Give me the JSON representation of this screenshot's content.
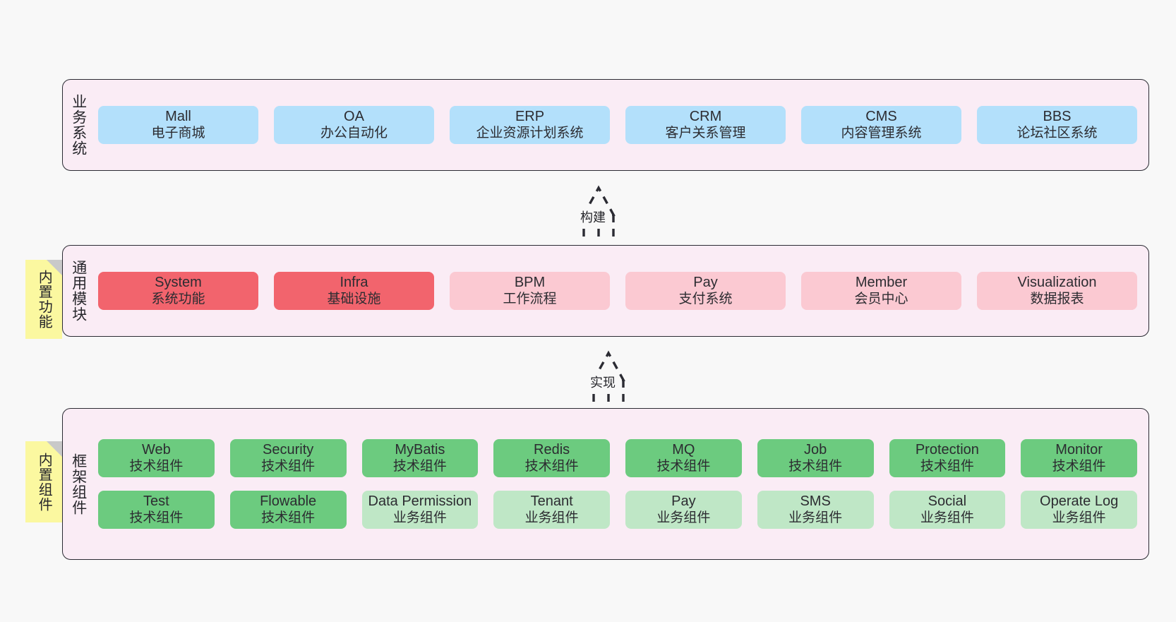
{
  "diagram": {
    "background": "#f8f8f8",
    "colors": {
      "layer_panel": "#faecf5",
      "layer_border": "#2b2b33",
      "business": "#b3e0fb",
      "module_core": "#f2646d",
      "module_optional": "#fbc9d2",
      "component_tech": "#6ccb7f",
      "component_biz": "#bfe7c6",
      "note": "#fbf8a0",
      "note_fold": "#c9c9c9",
      "text": "#2c2c31"
    }
  },
  "layers": [
    {
      "id": "business-system",
      "title": "业务系统",
      "rows": [
        [
          {
            "title": "Mall",
            "sub": "电子商城",
            "style": "blue"
          },
          {
            "title": "OA",
            "sub": "办公自动化",
            "style": "blue"
          },
          {
            "title": "ERP",
            "sub": "企业资源计划系统",
            "style": "blue"
          },
          {
            "title": "CRM",
            "sub": "客户关系管理",
            "style": "blue"
          },
          {
            "title": "CMS",
            "sub": "内容管理系统",
            "style": "blue"
          },
          {
            "title": "BBS",
            "sub": "论坛社区系统",
            "style": "blue"
          }
        ]
      ]
    },
    {
      "id": "general-module",
      "title": "通用模块",
      "note": "内置功能",
      "rows": [
        [
          {
            "title": "System",
            "sub": "系统功能",
            "style": "red"
          },
          {
            "title": "Infra",
            "sub": "基础设施",
            "style": "red"
          },
          {
            "title": "BPM",
            "sub": "工作流程",
            "style": "pink"
          },
          {
            "title": "Pay",
            "sub": "支付系统",
            "style": "pink"
          },
          {
            "title": "Member",
            "sub": "会员中心",
            "style": "pink"
          },
          {
            "title": "Visualization",
            "sub": "数据报表",
            "style": "pink"
          }
        ]
      ]
    },
    {
      "id": "framework-component",
      "title": "框架组件",
      "note": "内置组件",
      "rows": [
        [
          {
            "title": "Web",
            "sub": "技术组件",
            "style": "green"
          },
          {
            "title": "Security",
            "sub": "技术组件",
            "style": "green"
          },
          {
            "title": "MyBatis",
            "sub": "技术组件",
            "style": "green"
          },
          {
            "title": "Redis",
            "sub": "技术组件",
            "style": "green"
          },
          {
            "title": "MQ",
            "sub": "技术组件",
            "style": "green"
          },
          {
            "title": "Job",
            "sub": "技术组件",
            "style": "green"
          },
          {
            "title": "Protection",
            "sub": "技术组件",
            "style": "green"
          },
          {
            "title": "Monitor",
            "sub": "技术组件",
            "style": "green"
          }
        ],
        [
          {
            "title": "Test",
            "sub": "技术组件",
            "style": "green"
          },
          {
            "title": "Flowable",
            "sub": "技术组件",
            "style": "green"
          },
          {
            "title": "Data Permission",
            "sub": "业务组件",
            "style": "lightgreen"
          },
          {
            "title": "Tenant",
            "sub": "业务组件",
            "style": "lightgreen"
          },
          {
            "title": "Pay",
            "sub": "业务组件",
            "style": "lightgreen"
          },
          {
            "title": "SMS",
            "sub": "业务组件",
            "style": "lightgreen"
          },
          {
            "title": "Social",
            "sub": "业务组件",
            "style": "lightgreen"
          },
          {
            "title": "Operate Log",
            "sub": "业务组件",
            "style": "lightgreen"
          }
        ]
      ]
    }
  ],
  "connectors": [
    {
      "id": "build",
      "label": "构建",
      "from": "general-module",
      "to": "business-system"
    },
    {
      "id": "implement",
      "label": "实现",
      "from": "framework-component",
      "to": "general-module"
    }
  ]
}
